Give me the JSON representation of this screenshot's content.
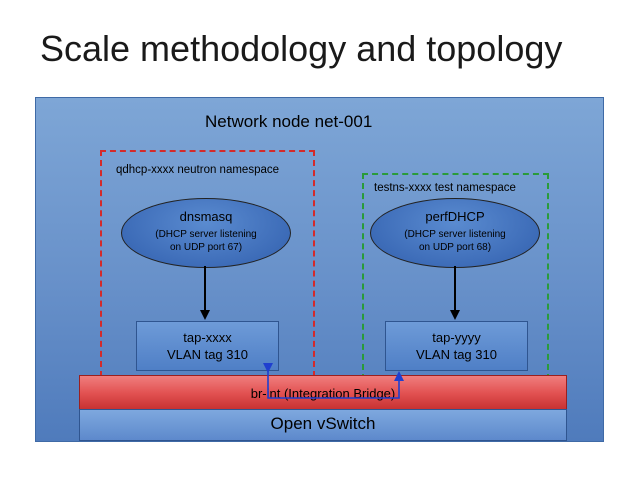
{
  "slide": {
    "title": "Scale methodology and topology"
  },
  "network_node": {
    "label": "Network node net-001"
  },
  "namespaces": [
    {
      "label": "qdhcp-xxxx neutron namespace",
      "process": {
        "title": "dnsmasq",
        "sub1": "(DHCP server listening",
        "sub2": "on UDP port 67)"
      },
      "tap": {
        "name": "tap-xxxx",
        "vlan": "VLAN tag 310"
      },
      "border_color": "#d42a2a"
    },
    {
      "label": "testns-xxxx test namespace",
      "process": {
        "title": "perfDHCP",
        "sub1": "(DHCP server listening",
        "sub2": "on UDP port 68)"
      },
      "tap": {
        "name": "tap-yyyy",
        "vlan": "VLAN tag 310"
      },
      "border_color": "#2a9b3a"
    }
  ],
  "bridge": {
    "label": "br-int (Integration Bridge)"
  },
  "switch": {
    "label": "Open vSwitch"
  },
  "colors": {
    "bridge_link": "#1f3fcf",
    "process_fill": "#3d6cb8",
    "bridge_fill": "#e25252"
  }
}
